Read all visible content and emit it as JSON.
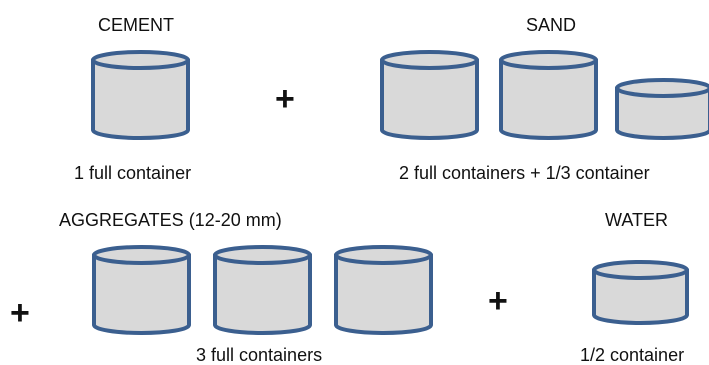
{
  "cement": {
    "title": "CEMENT",
    "caption": "1 full container"
  },
  "sand": {
    "title": "SAND",
    "caption": "2 full containers + 1/3  container"
  },
  "aggregates": {
    "title": "AGGREGATES (12-20 mm)",
    "caption": "3 full containers"
  },
  "water": {
    "title": "WATER",
    "caption": "1/2 container"
  },
  "plus_sign": "+",
  "colors": {
    "container_fill": "#d9d9d9",
    "container_stroke": "#3b5f8f",
    "text": "#111111"
  }
}
